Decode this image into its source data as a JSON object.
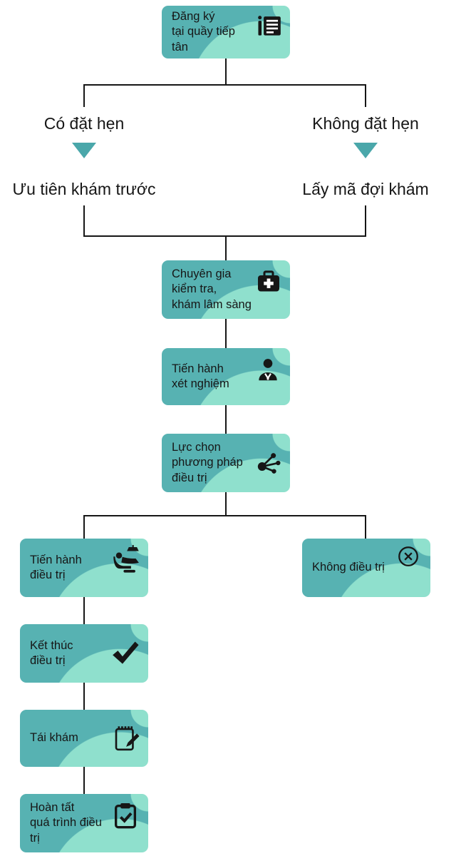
{
  "colors": {
    "box_dark": "#57b2b2",
    "box_light": "#8fe0cd",
    "arrow": "#4aa7aa",
    "line": "#161616",
    "text": "#161616"
  },
  "nodes": [
    {
      "id": "register",
      "label": "Đăng ký\ntại quầy tiếp tân",
      "icon": "document-list"
    },
    {
      "id": "specialist-exam",
      "label": "Chuyên gia\nkiểm tra,\nkhám lâm sàng",
      "icon": "first-aid-kit"
    },
    {
      "id": "testing",
      "label": "Tiến hành\nxét nghiệm",
      "icon": "doctor"
    },
    {
      "id": "method-selection",
      "label": "Lực chọn\nphương pháp\nđiều trị",
      "icon": "molecule"
    },
    {
      "id": "treatment",
      "label": "Tiến hành\nđiều trị",
      "icon": "dental-chair"
    },
    {
      "id": "no-treatment",
      "label": "Không điều trị",
      "icon": "circle-x"
    },
    {
      "id": "end-treatment",
      "label": "Kết thúc\nđiều trị",
      "icon": "checkmark"
    },
    {
      "id": "re-exam",
      "label": "Tái khám",
      "icon": "notepad-pencil"
    },
    {
      "id": "complete",
      "label": "Hoàn tất\nquá trình điều trị",
      "icon": "clipboard-check"
    }
  ],
  "branches": [
    {
      "condition": "Có đặt hẹn",
      "result": "Ưu tiên khám trước"
    },
    {
      "condition": "Không đặt hẹn",
      "result": "Lấy mã đợi khám"
    }
  ],
  "edges": [
    "register -> (Có đặt hẹn | Không đặt hẹn)",
    "Có đặt hẹn -> Ưu tiên khám trước",
    "Không đặt hẹn -> Lấy mã đợi khám",
    "merge -> specialist-exam -> testing -> method-selection",
    "method-selection -> (treatment | no-treatment)",
    "treatment -> end-treatment -> re-exam -> complete"
  ]
}
